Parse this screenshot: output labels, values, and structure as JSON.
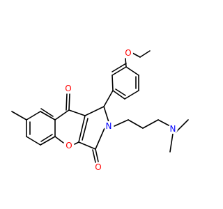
{
  "molecule": {
    "atom_labels": {
      "o_ether": "O",
      "o_ketone_top": "O",
      "n_pyrrolidone": "N",
      "o_ring": "O",
      "o_lactam": "O",
      "n_dimethylamino": "N"
    },
    "colors": {
      "bond": "#000000",
      "oxygen": "#ff0000",
      "nitrogen": "#0000ff"
    }
  }
}
